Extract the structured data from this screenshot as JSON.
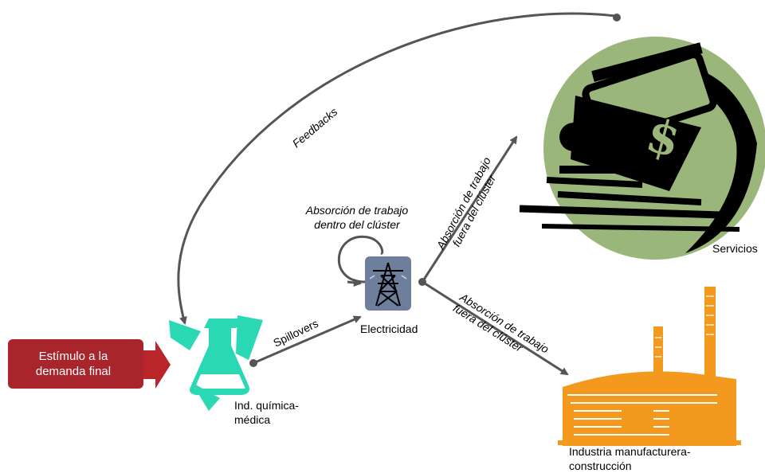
{
  "stimulus": {
    "line1": "Estímulo a la",
    "line2": "demanda final"
  },
  "nodes": {
    "chemical": {
      "line1": "Ind. química-",
      "line2": "médica"
    },
    "electricity": "Electricidad",
    "services": "Servicios",
    "industry": {
      "line1": "Industria manufacturera-",
      "line2": "construcción"
    }
  },
  "edges": {
    "feedbacks": "Feedbacks",
    "spillovers": "Spillovers",
    "self_loop": {
      "line1": "Absorción de trabajo",
      "line2": "dentro del clúster"
    },
    "to_services": {
      "line1": "Absorción de trabajo",
      "line2": "fuera del clúster"
    },
    "to_industry": {
      "line1": "Absorción de trabajo",
      "line2": "fuera del clúster"
    }
  },
  "colors": {
    "stimulus_bg": "#a8252b",
    "flask": "#2bd8b4",
    "services_circle": "#9bb67a",
    "industry": "#f39a1e",
    "tower_box": "#6e7f9c",
    "arrow": "#555555"
  }
}
